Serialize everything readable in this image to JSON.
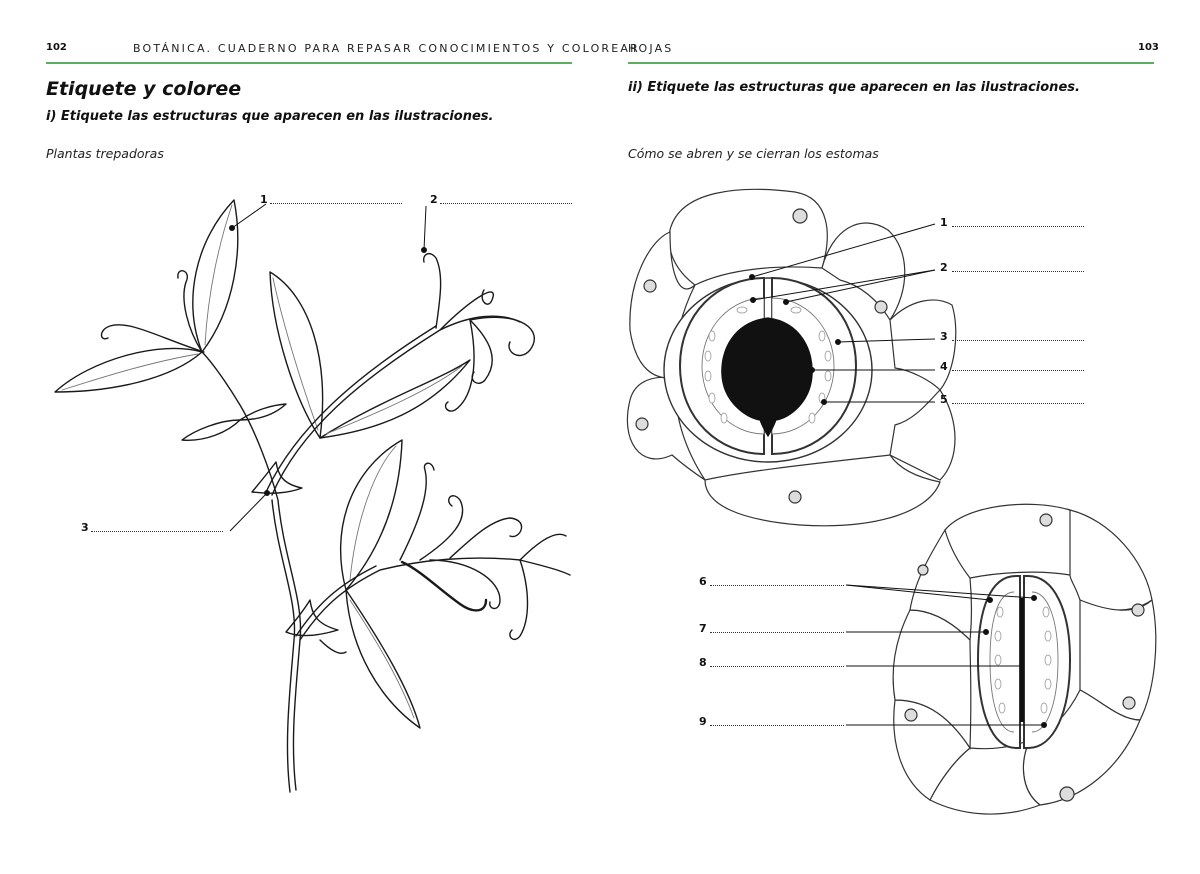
{
  "left_page": {
    "page_number": "102",
    "running_header": "BOTÁNICA. CUADERNO PARA REPASAR CONOCIMIENTOS Y COLOREAR",
    "title": "Etiquete y coloree",
    "instruction": "i) Etiquete las estructuras que aparecen en las ilustraciones.",
    "caption": "Plantas trepadoras",
    "labels": [
      "1",
      "2",
      "3"
    ]
  },
  "right_page": {
    "page_number": "103",
    "running_header": "HOJAS",
    "instruction": "ii) Etiquete las estructuras que aparecen en las ilustraciones.",
    "caption": "Cómo se abren y se cierran los estomas",
    "labels": [
      "1",
      "2",
      "3",
      "4",
      "5",
      "6",
      "7",
      "8",
      "9"
    ]
  }
}
